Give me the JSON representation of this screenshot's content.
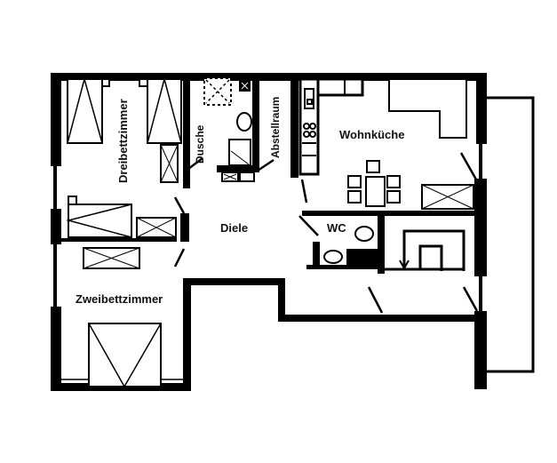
{
  "plan": {
    "colors": {
      "wall": "#000000",
      "background": "#ffffff",
      "furniture": "#000000"
    },
    "rooms": [
      {
        "id": "dreibettzimmer",
        "label": "Dreibettzimmer"
      },
      {
        "id": "dusche",
        "label": "Dusche"
      },
      {
        "id": "abstellraum",
        "label": "Abstellraum"
      },
      {
        "id": "wohnkueche",
        "label": "Wohnküche"
      },
      {
        "id": "diele",
        "label": "Diele"
      },
      {
        "id": "wc",
        "label": "WC"
      },
      {
        "id": "zweibettzimmer",
        "label": "Zweibettzimmer"
      }
    ],
    "features": {
      "balcony": "balcony-outline",
      "stairs": "staircase-with-arrow",
      "kitchen": "kitchen-counter-with-stove-and-sink",
      "dining": "dining-table-with-six-chairs"
    }
  }
}
